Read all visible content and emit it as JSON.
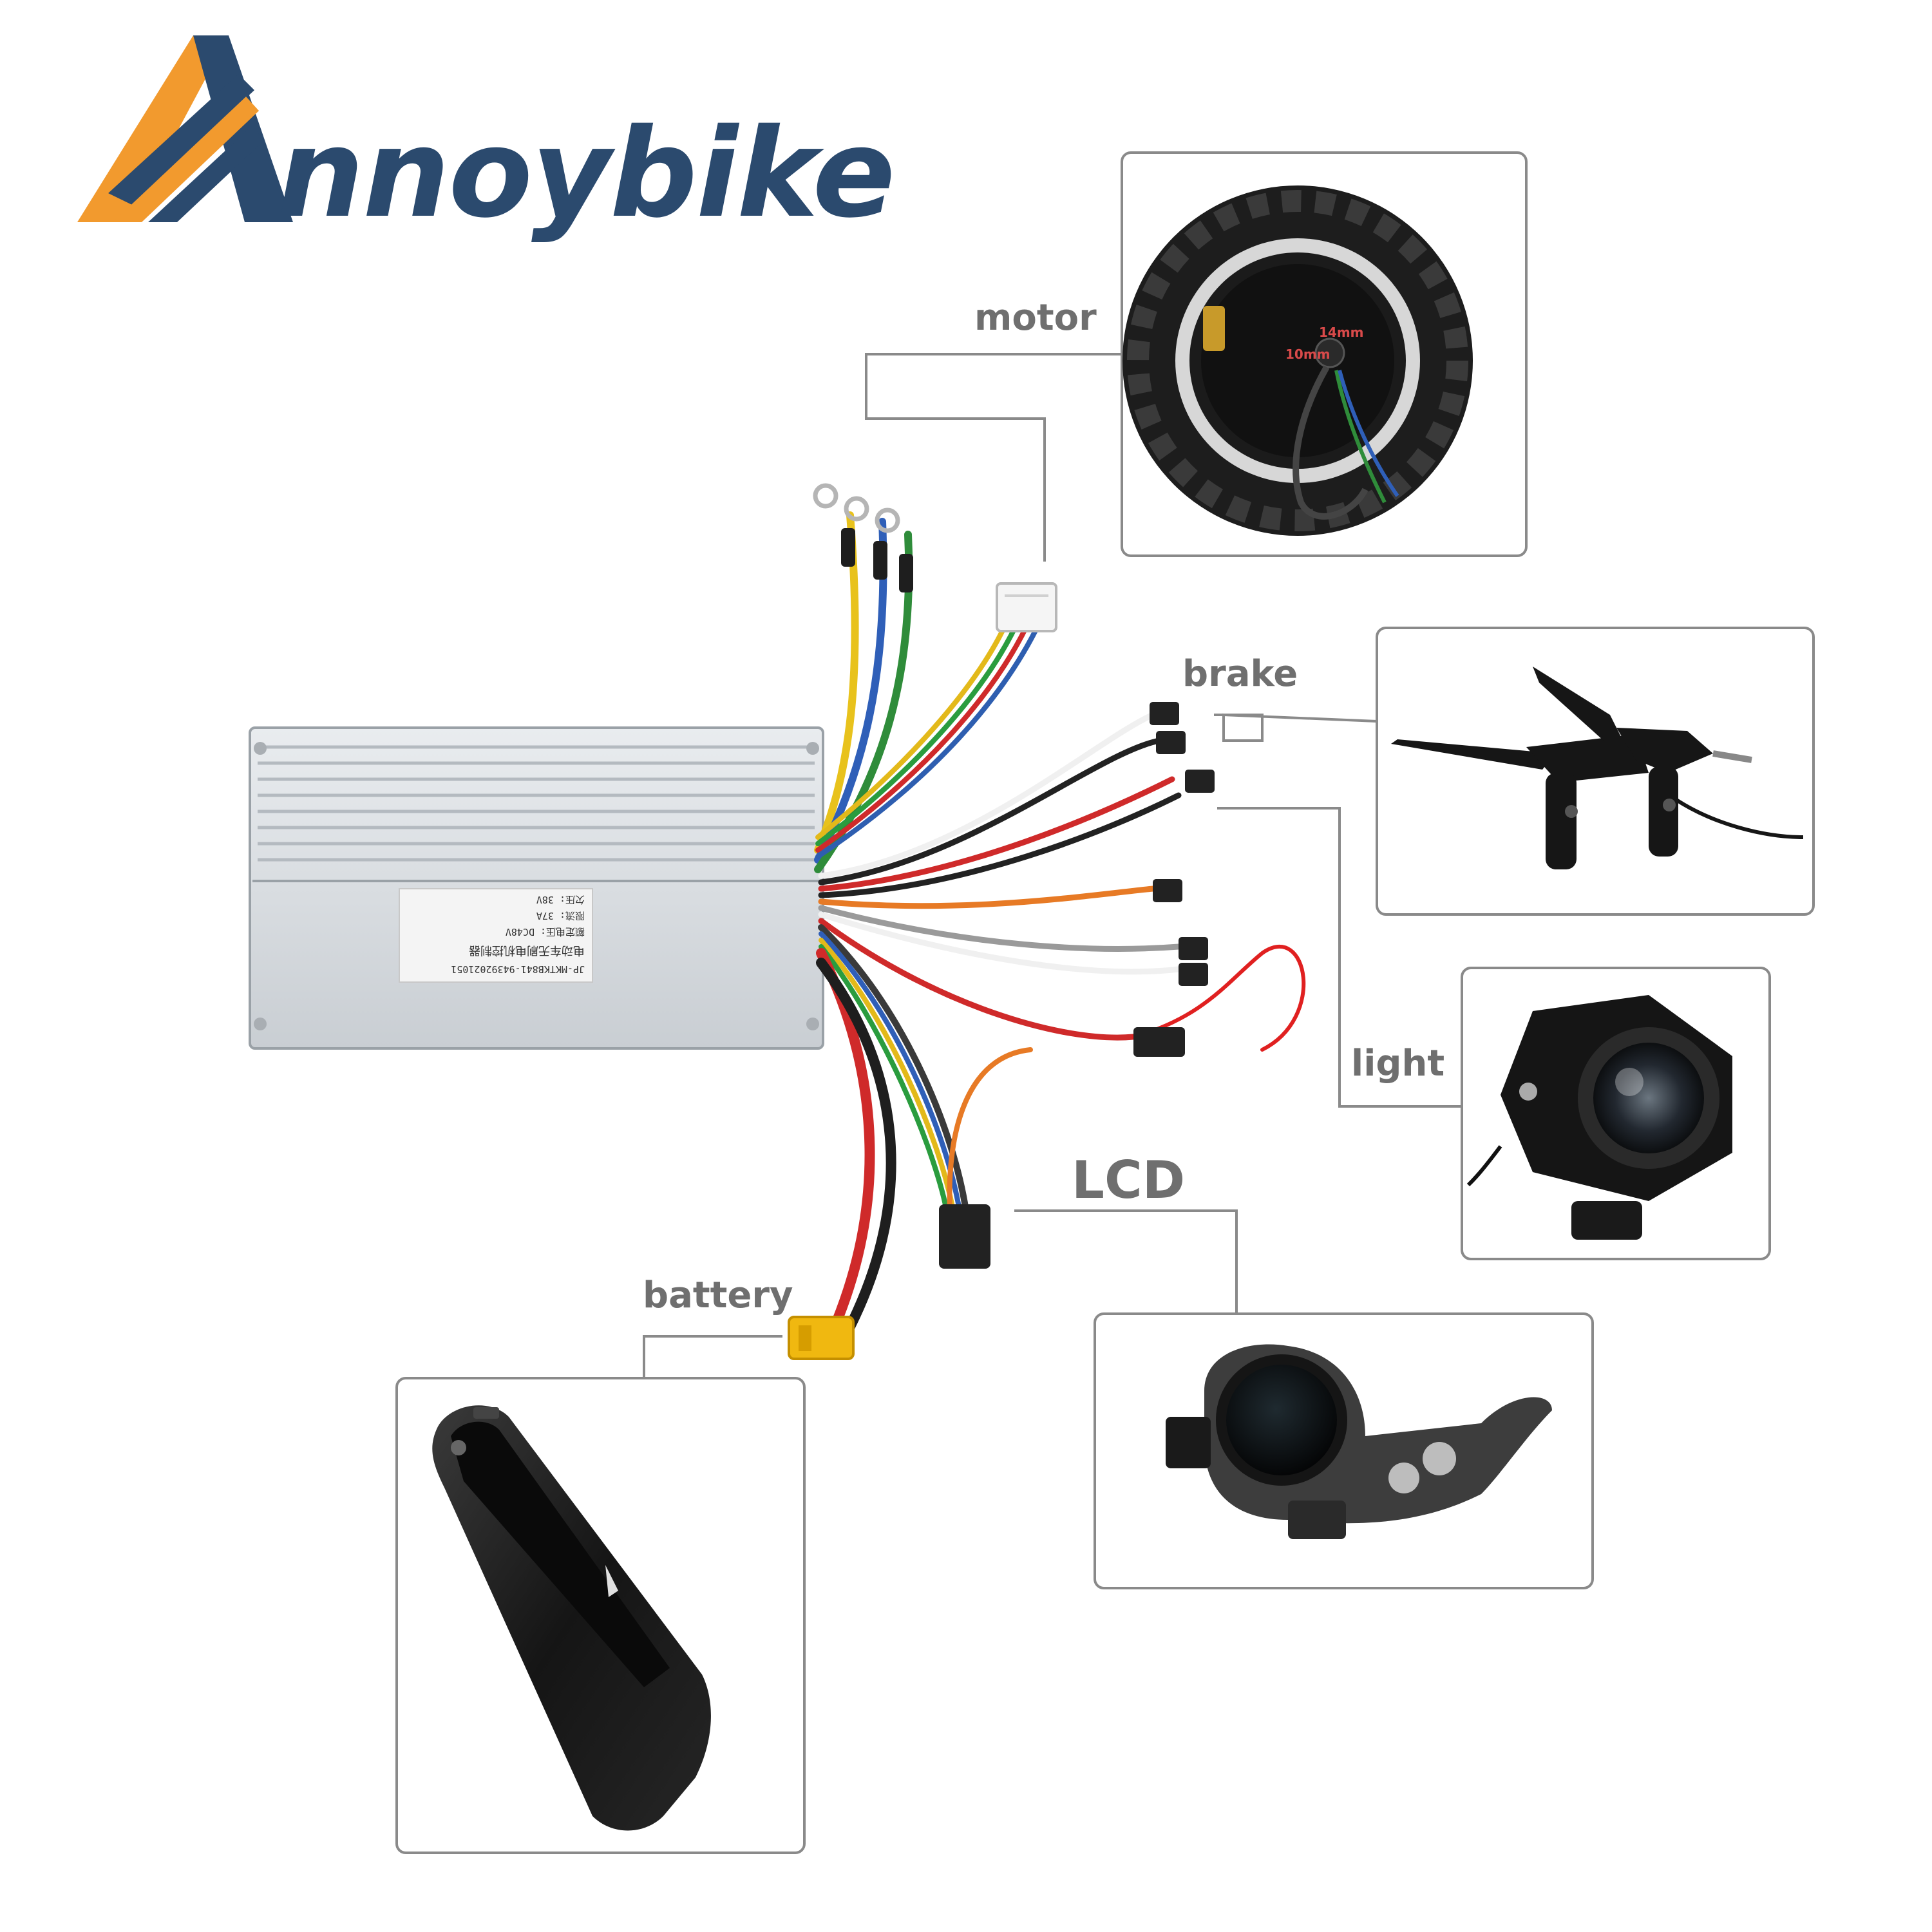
{
  "brand": {
    "name_rest": "nnoybike"
  },
  "labels": {
    "motor": "motor",
    "brake": "brake",
    "light": "light",
    "lcd": "LCD",
    "battery": "battery"
  },
  "motor_marks": {
    "m14": "14mm",
    "m10": "10mm"
  },
  "controller_sticker": {
    "code": "JP-MKTKB841-94392021051",
    "lines": [
      "电动车无刷电机控制器",
      "额定电压: DC48V",
      "限流: 37A",
      "欠压: 38V"
    ]
  },
  "colors": {
    "brand_orange": "#f29a2e",
    "brand_blue": "#2b4a6e",
    "label_gray": "#6f6f6f",
    "frame_gray": "#8a8a8a"
  }
}
